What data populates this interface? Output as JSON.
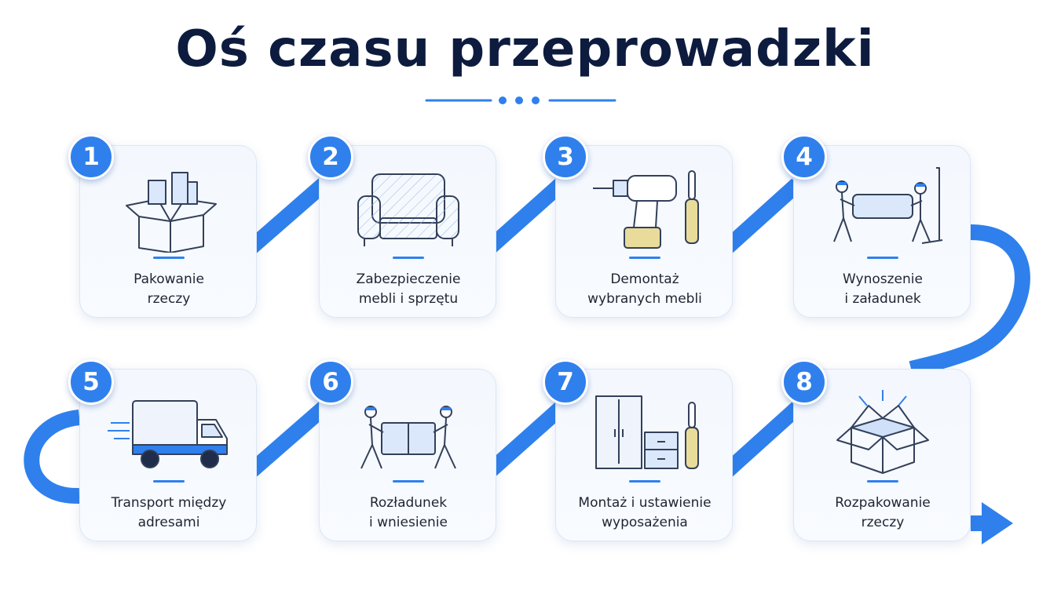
{
  "title": "Oś czasu przeprowadzki",
  "colors": {
    "accent": "#2f80ed",
    "title": "#0d1b3e",
    "text": "#1f2433",
    "card_border": "#dbe6f5"
  },
  "steps": [
    {
      "number": "1",
      "label": "Pakowanie\nrzeczy",
      "icon": "box-icon"
    },
    {
      "number": "2",
      "label": "Zabezpieczenie\nmebli i sprzętu",
      "icon": "wrapped-armchair-icon"
    },
    {
      "number": "3",
      "label": "Demontaż\nwybranych mebli",
      "icon": "drill-screwdriver-icon"
    },
    {
      "number": "4",
      "label": "Wynoszenie\ni załadunek",
      "icon": "movers-carrying-sofa-icon"
    },
    {
      "number": "5",
      "label": "Transport między\nadresami",
      "icon": "moving-truck-icon"
    },
    {
      "number": "6",
      "label": "Rozładunek\ni wniesienie",
      "icon": "movers-carrying-box-icon"
    },
    {
      "number": "7",
      "label": "Montaż i ustawienie\nwyposażenia",
      "icon": "wardrobe-dresser-icon"
    },
    {
      "number": "8",
      "label": "Rozpakowanie\nrzeczy",
      "icon": "open-box-icon"
    }
  ]
}
